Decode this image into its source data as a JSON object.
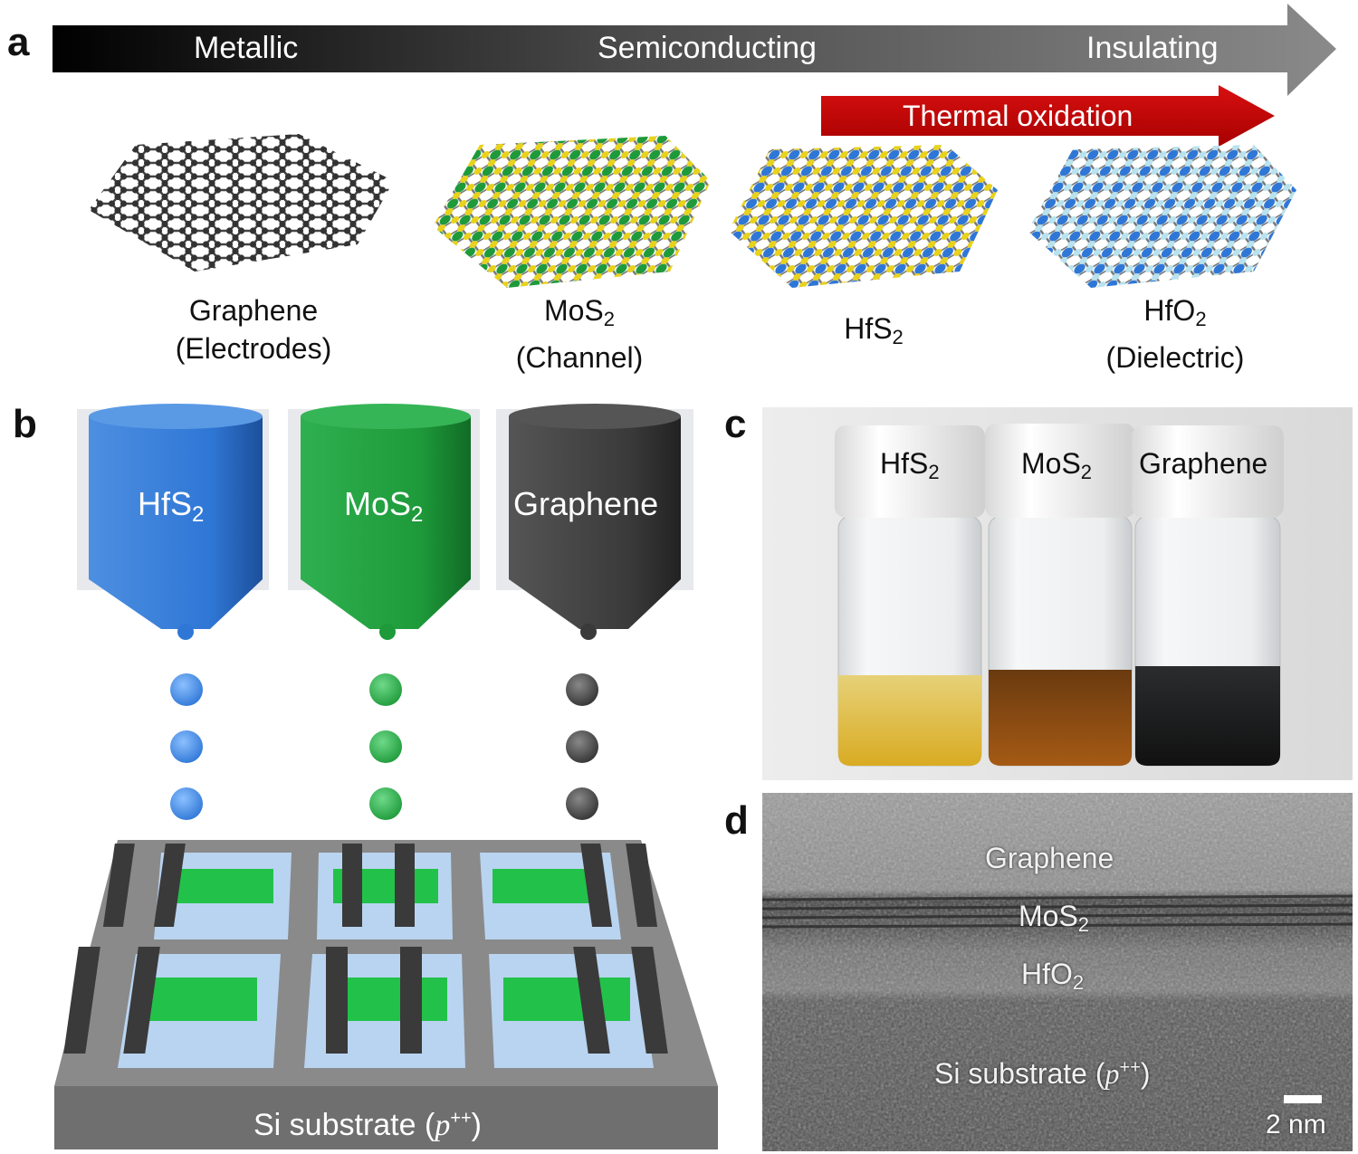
{
  "panels": {
    "a": "a",
    "b": "b",
    "c": "c",
    "d": "d"
  },
  "panel_a": {
    "spectrum": {
      "metallic": "Metallic",
      "semiconducting": "Semiconducting",
      "insulating": "Insulating"
    },
    "oxidation_label": "Thermal oxidation",
    "materials": [
      {
        "name": "Graphene",
        "name_sub": "",
        "role": "(Electrodes)"
      },
      {
        "name": "MoS",
        "name_sub": "2",
        "role": "(Channel)"
      },
      {
        "name": "HfS",
        "name_sub": "2",
        "role": ""
      },
      {
        "name": "HfO",
        "name_sub": "2",
        "role": "(Dielectric)"
      }
    ]
  },
  "panel_b": {
    "cartridges": [
      {
        "name": "HfS",
        "sub": "2"
      },
      {
        "name": "MoS",
        "sub": "2"
      },
      {
        "name": "Graphene",
        "sub": ""
      }
    ],
    "substrate_label": "Si substrate (",
    "substrate_p": "p",
    "substrate_sup": "++",
    "substrate_close": ")"
  },
  "panel_c": {
    "vials": [
      {
        "name": "HfS",
        "sub": "2"
      },
      {
        "name": "MoS",
        "sub": "2"
      },
      {
        "name": "Graphene",
        "sub": ""
      }
    ]
  },
  "panel_d": {
    "layers": [
      {
        "name": "Graphene",
        "sub": ""
      },
      {
        "name": "MoS",
        "sub": "2"
      },
      {
        "name": "HfO",
        "sub": "2"
      }
    ],
    "substrate_label": "Si substrate (",
    "substrate_p": "p",
    "substrate_sup": "++",
    "substrate_close": ")",
    "scale_bar": "2 nm"
  },
  "colors": {
    "hfs2_blue": "#2f77d6",
    "mos2_green": "#1e9a3a",
    "graphene_dark": "#3a3a3a",
    "oxidation_red": "#c00000",
    "sulfur_yellow": "#e8d21c",
    "oxygen_cyan": "#b8e3ee",
    "substrate_gray": "#7c7c7c",
    "dielectric_lightblue": "#b9d4f0"
  }
}
